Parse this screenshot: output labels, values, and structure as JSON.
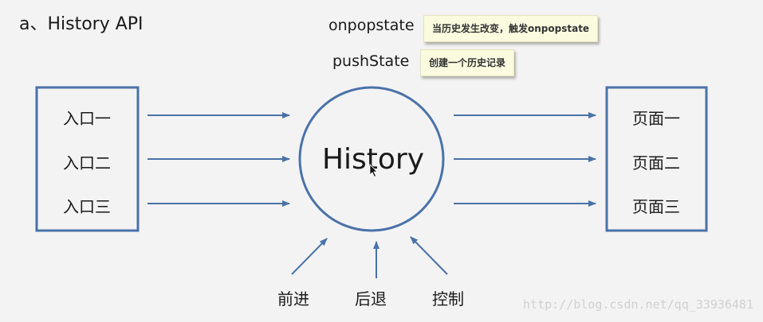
{
  "title": "a、History API",
  "apis": [
    {
      "name": "onpopstate",
      "note": "当历史发生改变，触发onpopstate"
    },
    {
      "name": "pushState",
      "note": "创建一个历史记录"
    }
  ],
  "left_box": {
    "items": [
      "入口一",
      "入口二",
      "入口三"
    ]
  },
  "center": {
    "label": "History"
  },
  "right_box": {
    "items": [
      "页面一",
      "页面二",
      "页面三"
    ]
  },
  "bottom": {
    "items": [
      "前进",
      "后退",
      "控制"
    ]
  },
  "watermark": "http://blog.csdn.net/qq_33936481",
  "colors": {
    "stroke": "#4a72a8",
    "note_bg": "#fbfbe0",
    "background": "#f3f3f3"
  },
  "icons": {
    "cursor": "mouse-pointer-icon"
  }
}
